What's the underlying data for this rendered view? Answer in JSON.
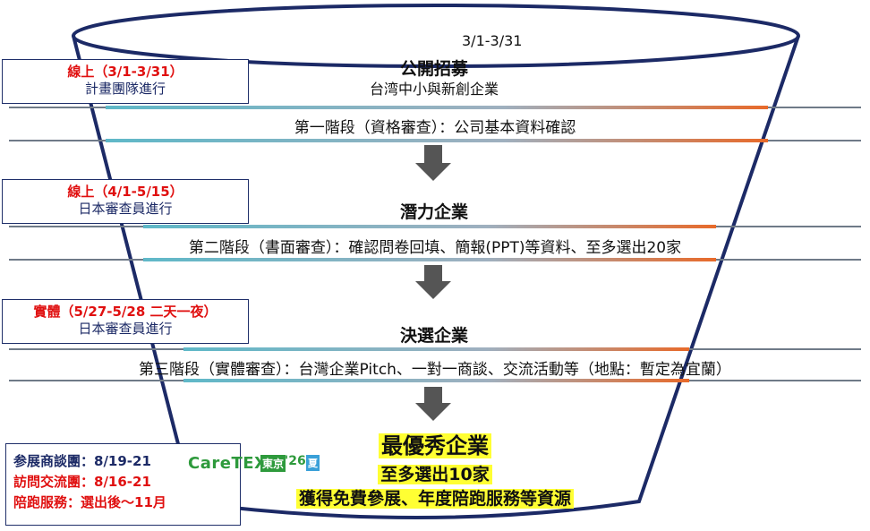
{
  "colors": {
    "navy": "#1c2a66",
    "red": "#e01010",
    "teal": "#5fb8c8",
    "orange": "#e86a2a",
    "gray": "#6f7a88",
    "arrow": "#555555",
    "highlight": "#ffff33",
    "brand_green": "#2e9a3c"
  },
  "top_date": "3/1-3/31",
  "stage1": {
    "title": "公開招募",
    "subtitle": "台湾中小與新創企業"
  },
  "box1": {
    "line1": "線上（3/1-3/31）",
    "line2": "計畫團隊進行"
  },
  "phase1": "第一階段（資格審查）：公司基本資料確認",
  "box2": {
    "line1": "線上（4/1-5/15）",
    "line2": "日本審查員進行"
  },
  "stage2": {
    "title": "潛力企業"
  },
  "phase2": "第二階段（書面審查）：確認問卷回填、簡報(PPT)等資料、至多選出20家",
  "box3": {
    "line1": "實體（5/27-5/28  二天一夜）",
    "line2": "日本審查員進行"
  },
  "stage3": {
    "title": "決選企業"
  },
  "phase3": "第三階段（實體審查）：台灣企業Pitch、一對一商談、交流活動等（地點：暫定為宜蘭）",
  "final": {
    "title": "最優秀企業",
    "line1": "至多選出10家",
    "line2": "獲得免費參展、年度陪跑服務等資源"
  },
  "exhibit": {
    "row1": "参展商談團：8/19-21",
    "row2": "訪問交流團：8/16-21",
    "row3": "陪跑服務：選出後～11月"
  },
  "logo": {
    "name": "CareTEX",
    "city": "東京",
    "year": "'26",
    "season": "夏"
  }
}
